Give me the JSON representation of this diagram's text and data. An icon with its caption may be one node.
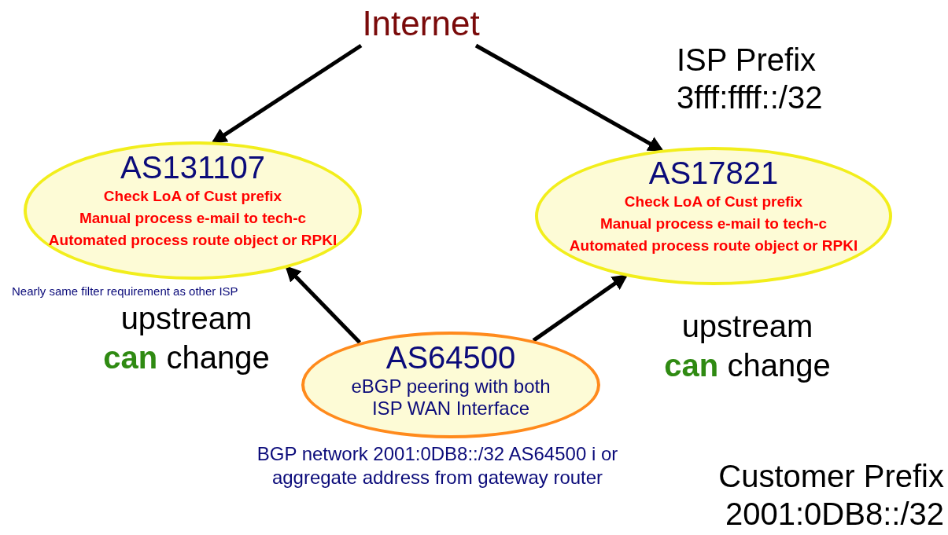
{
  "diagram": {
    "nodes": [
      {
        "text": [
          "Internet"
        ]
      },
      {
        "text": [
          "AS131107",
          "Check LoA of Cust prefix",
          "Manual process e-mail to tech-c",
          "Automated process route object or RPKI"
        ],
        "beside": [
          "Nearly same filter requirement as other ISP"
        ]
      },
      {
        "text": [
          "AS17821",
          "Check LoA of Cust prefix",
          "Manual process e-mail to tech-c",
          "Automated process route object or RPKI"
        ]
      },
      {
        "text": [
          "AS64500",
          "eBGP peering with both ISP WAN Interface"
        ],
        "beside": [
          "BGP network 2001:0DB8::/32 AS64500 i or aggregate address from gateway router"
        ]
      }
    ],
    "edges": [
      {
        "from": 0,
        "to": 1,
        "arrow": "to"
      },
      {
        "from": 0,
        "to": 2,
        "arrow": "to"
      },
      {
        "from": 3,
        "to": 1,
        "arrow": "to"
      },
      {
        "from": 3,
        "to": 2,
        "arrow": "to"
      }
    ],
    "labels": [
      "ISP Prefix 3fff:ffff::/32",
      "upstream **can** change",
      "upstream **can** change",
      "Customer Prefix 2001:0DB8::/32"
    ]
  }
}
